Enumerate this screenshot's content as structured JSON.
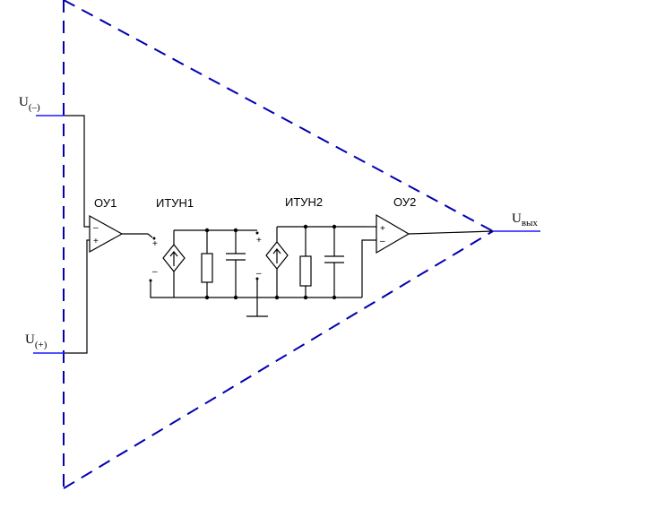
{
  "labels": {
    "opamp1": "ОУ1",
    "opamp2": "ОУ2",
    "source1": "ИТУН1",
    "source2": "ИТУН2"
  },
  "inputs": {
    "minus_main": "U",
    "minus_sub": "(–)",
    "plus_main": "U",
    "plus_sub": "(+)"
  },
  "output": {
    "main": "U",
    "sub": "вых"
  },
  "signs": {
    "minus": "–",
    "plus": "+"
  },
  "colors": {
    "boundary": "#0000b0",
    "io_wire": "#1a1aff",
    "circuit": "#000000"
  }
}
